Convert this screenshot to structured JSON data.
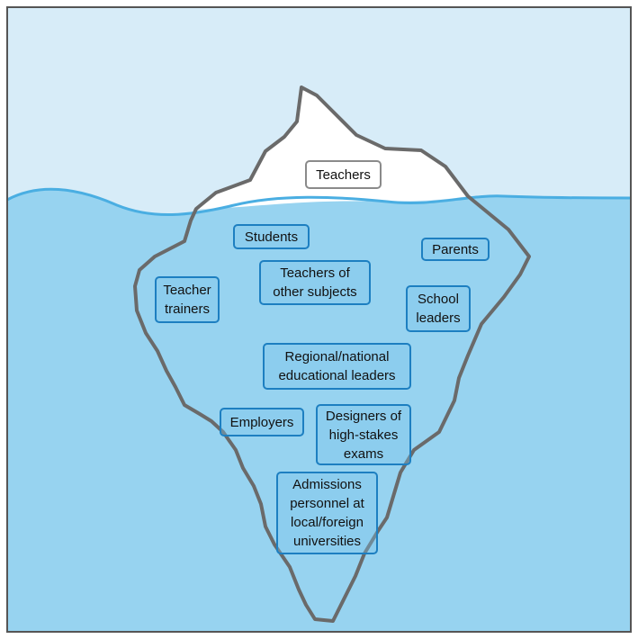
{
  "diagram": {
    "colors": {
      "sky": "#d7ecf8",
      "water": "#97d3f0",
      "waterline": "#4aaee2",
      "ice_above": "#ffffff",
      "ice_outline": "#6a6a6a",
      "label_border": "#1d7fc1",
      "frame": "#555555"
    },
    "labels": {
      "teachers": "Teachers",
      "students": "Students",
      "parents": "Parents",
      "teachers_other": "Teachers of\nother subjects",
      "teacher_trainers": "Teacher\ntrainers",
      "school_leaders": "School\nleaders",
      "regional_leaders": "Regional/national\neducational leaders",
      "employers": "Employers",
      "exam_designers": "Designers of\nhigh-stakes\nexams",
      "admissions": "Admissions\npersonnel at\nlocal/foreign\nuniversities"
    }
  }
}
